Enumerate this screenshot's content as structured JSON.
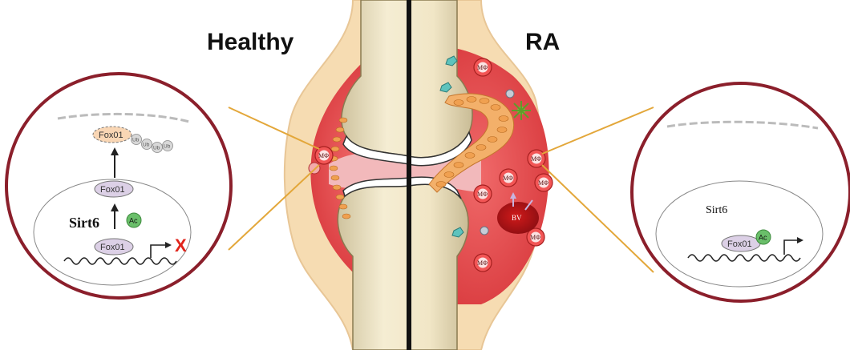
{
  "headings": {
    "healthy": "Healthy",
    "ra": "RA"
  },
  "healthy_inset": {
    "fox_top": "Fox01",
    "ub_tags": [
      "Ub",
      "Ub",
      "Ub",
      "Ub"
    ],
    "fox_cyto": "Fox01",
    "sirt": "Sirt6",
    "ac": "Ac",
    "fox_dna": "Fox01",
    "blocked_mark": "X"
  },
  "ra_inset": {
    "sirt": "Sirt6",
    "fox_dna": "Fox01",
    "ac": "Ac"
  },
  "joint": {
    "healthy_macrophages": [
      "MΦ"
    ],
    "ra_macrophages": [
      "MΦ",
      "MΦ",
      "MΦ",
      "MΦ",
      "MΦ",
      "MΦ",
      "MΦ"
    ],
    "bv": "BV"
  },
  "colors": {
    "inset_border": "#8b1f2b",
    "connector": "#e3a73a",
    "synovium": "#e5484d",
    "capsule": "#f6dcb2",
    "bone": "#ede2c0",
    "cartilage_cells": "#f0a050",
    "acetyl": "#6abf6a",
    "fox_protein": "#dcd0e6",
    "blocked_mark": "#e0241b"
  }
}
